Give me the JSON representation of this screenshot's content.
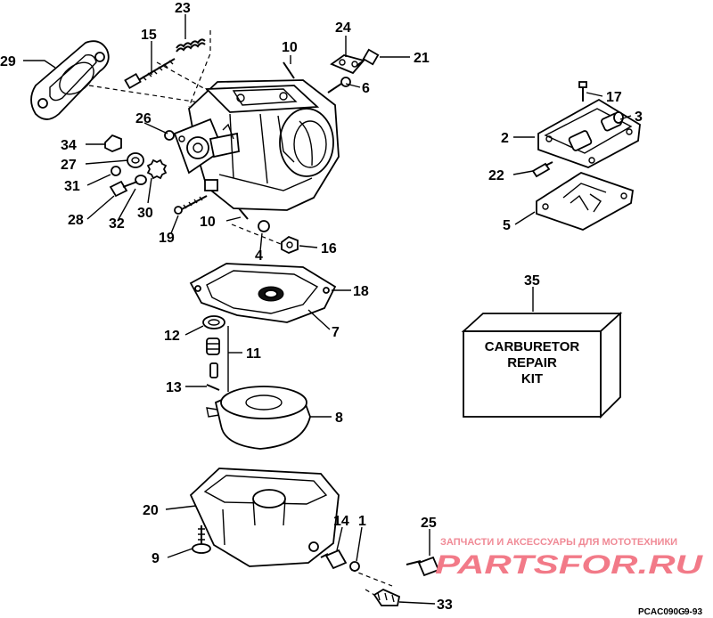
{
  "callouts": [
    "23",
    "15",
    "29",
    "10",
    "24",
    "21",
    "6",
    "26",
    "34",
    "27",
    "31",
    "28",
    "32",
    "30",
    "19",
    "10",
    "4",
    "16",
    "17",
    "3",
    "2",
    "22",
    "5",
    "18",
    "7",
    "12",
    "11",
    "13",
    "8",
    "35",
    "20",
    "14",
    "1",
    "25",
    "9",
    "33"
  ],
  "kit": {
    "line1": "CARBURETOR",
    "line2": "REPAIR",
    "line3": "KIT"
  },
  "watermark": {
    "caption": "ЗАПЧАСТИ И АКСЕССУАРЫ ДЛЯ МОТОТЕХНИКИ",
    "brand": "PARTSFOR.RU"
  },
  "figure_code": "PCAC090G",
  "page_ref": "9-93"
}
